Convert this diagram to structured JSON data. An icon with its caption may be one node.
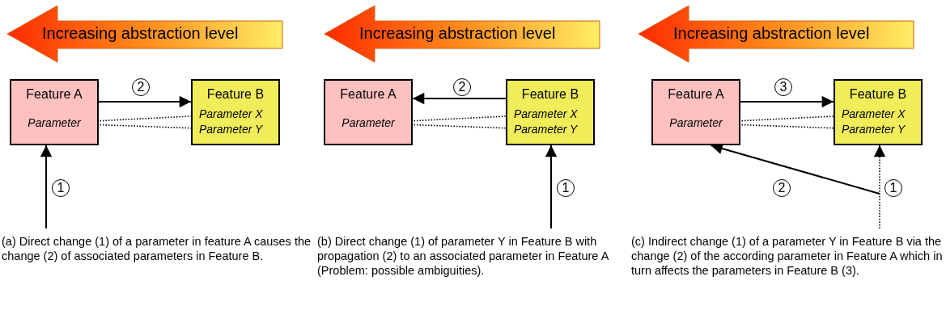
{
  "diagram": {
    "nodes": [
      {
        "text": [
          "Increasing abstraction level"
        ]
      },
      {
        "text": [
          "Feature A"
        ]
      },
      {
        "text": [
          "Parameter"
        ],
        "in": 1
      },
      {
        "text": [
          "Feature B"
        ]
      },
      {
        "text": [
          "Parameter X"
        ],
        "in": 3
      },
      {
        "text": [
          "Parameter Y"
        ],
        "in": 3
      },
      {
        "text": [
          "Increasing abstraction level"
        ]
      },
      {
        "text": [
          "Feature A"
        ]
      },
      {
        "text": [
          "Parameter"
        ],
        "in": 7
      },
      {
        "text": [
          "Feature B"
        ]
      },
      {
        "text": [
          "Parameter X"
        ],
        "in": 9
      },
      {
        "text": [
          "Parameter Y"
        ],
        "in": 9
      },
      {
        "text": [
          "Increasing abstraction level"
        ]
      },
      {
        "text": [
          "Feature A"
        ]
      },
      {
        "text": [
          "Parameter"
        ],
        "in": 13
      },
      {
        "text": [
          "Feature B"
        ]
      },
      {
        "text": [
          "Parameter X"
        ],
        "in": 15
      },
      {
        "text": [
          "Parameter Y"
        ],
        "in": 15
      }
    ],
    "edges": [
      {
        "from": null,
        "to": 1,
        "arrow": "to",
        "label": "1"
      },
      {
        "from": 1,
        "to": 3,
        "arrow": "to",
        "label": "2"
      },
      {
        "from": 2,
        "to": 4,
        "arrow": "none",
        "style": "dashed"
      },
      {
        "from": 2,
        "to": 5,
        "arrow": "none",
        "style": "dashed"
      },
      {
        "from": null,
        "to": 9,
        "arrow": "to",
        "label": "1"
      },
      {
        "from": 9,
        "to": 7,
        "arrow": "to",
        "label": "2"
      },
      {
        "from": 8,
        "to": 10,
        "arrow": "none",
        "style": "dashed"
      },
      {
        "from": 8,
        "to": 11,
        "arrow": "none",
        "style": "dashed"
      },
      {
        "from": null,
        "to": 15,
        "arrow": "to",
        "label": "1",
        "style": "dashed"
      },
      {
        "from": null,
        "to": 13,
        "arrow": "to",
        "label": "2"
      },
      {
        "from": 13,
        "to": 15,
        "arrow": "to",
        "label": "3"
      },
      {
        "from": 14,
        "to": 16,
        "arrow": "none",
        "style": "dashed"
      },
      {
        "from": 14,
        "to": 17,
        "arrow": "none",
        "style": "dashed"
      }
    ],
    "labels": [
      "(a) Direct change (1) of a parameter in feature A causes the change (2) of associated parameters in Feature B.",
      "(b) Direct change (1) of parameter Y in Feature B  with propagation (2) to an associated parameter in Feature A (Problem: possible ambiguities).",
      "(c) Indirect change (1) of a parameter Y in Feature B via the change (2) of the according parameter in Feature A which in turn affects the parameters in Feature B (3)."
    ]
  }
}
